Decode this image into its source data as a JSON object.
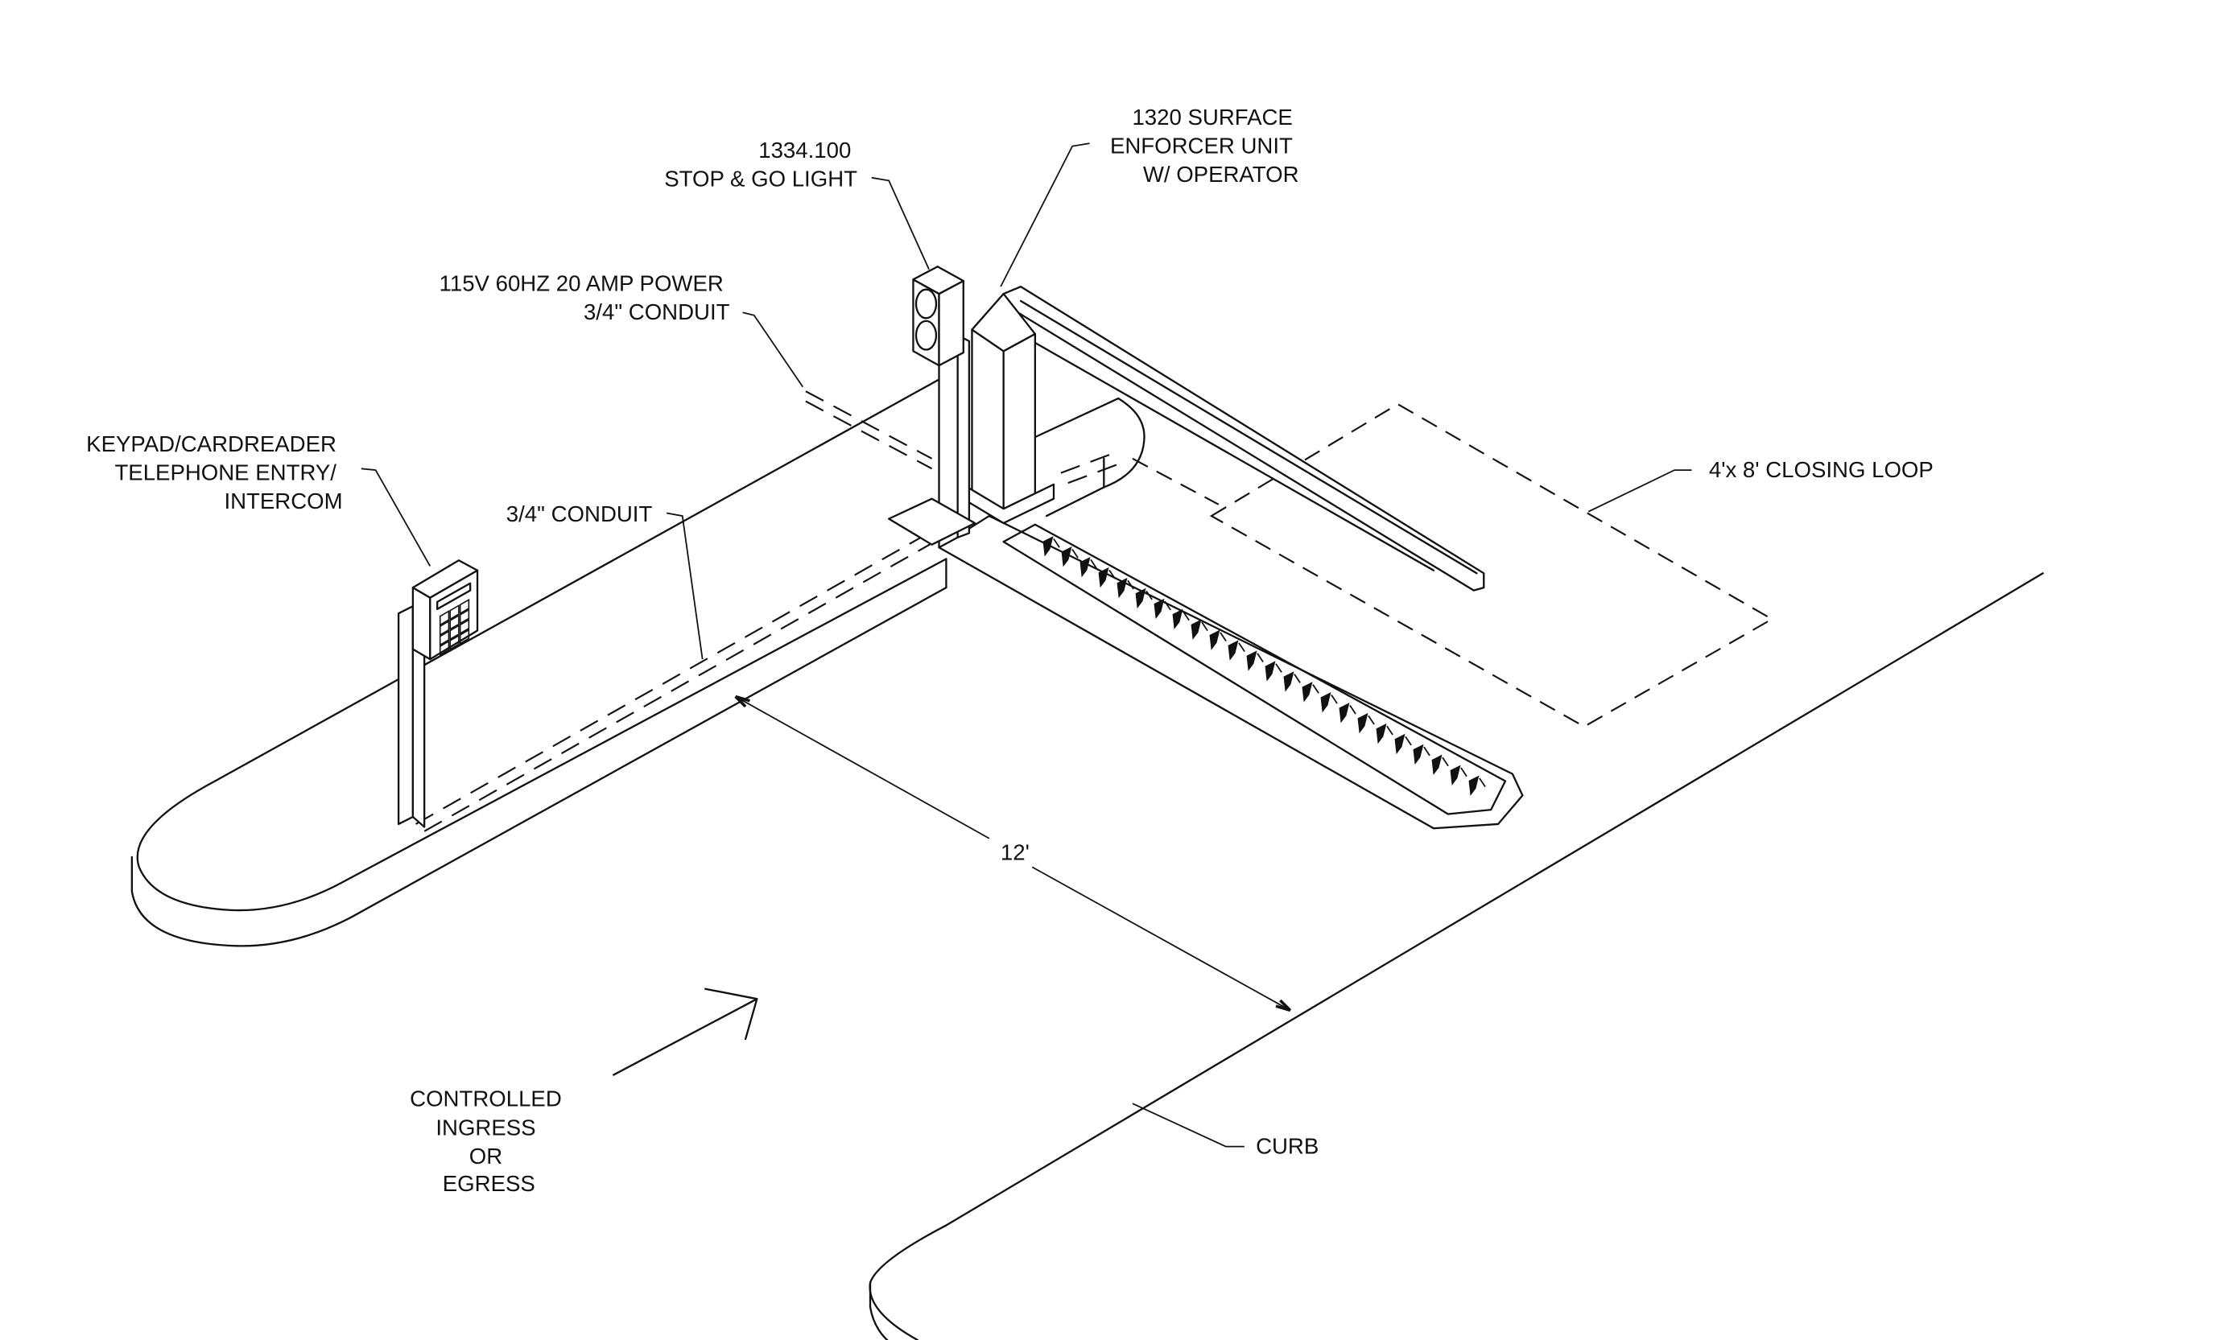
{
  "drawing": {
    "title": "Surface Enforcer Installation – Isometric Layout",
    "labels": {
      "stop_go_light": [
        "1334.100",
        "STOP & GO LIGHT"
      ],
      "enforcer_unit": [
        "1320 SURFACE",
        "ENFORCER UNIT",
        "W/  OPERATOR"
      ],
      "power": [
        "115V 60HZ 20 AMP POWER",
        "3/4\" CONDUIT"
      ],
      "keypad": [
        "KEYPAD/CARDREADER",
        "TELEPHONE ENTRY/",
        "INTERCOM"
      ],
      "conduit": "3/4\" CONDUIT",
      "closing_loop": "4'x 8' CLOSING LOOP",
      "dimension": "12'",
      "traffic": [
        "CONTROLLED",
        "INGRESS",
        "OR",
        "EGRESS"
      ],
      "curb": "CURB"
    },
    "components": [
      {
        "name": "Stop & Go Light",
        "part": "1334.100",
        "lamps": 2
      },
      {
        "name": "Surface Enforcer Unit w/ Operator",
        "part": "1320"
      },
      {
        "name": "Keypad/Cardreader Telephone Entry/Intercom",
        "keypad_rows": 4,
        "keypad_cols": 3
      },
      {
        "name": "Closing Loop",
        "size": "4'x 8'"
      },
      {
        "name": "Spike Strip",
        "spike_count": 24
      }
    ],
    "dimension_ft": 12,
    "colors": {
      "ink": "#111111",
      "paper": "#ffffff"
    }
  }
}
